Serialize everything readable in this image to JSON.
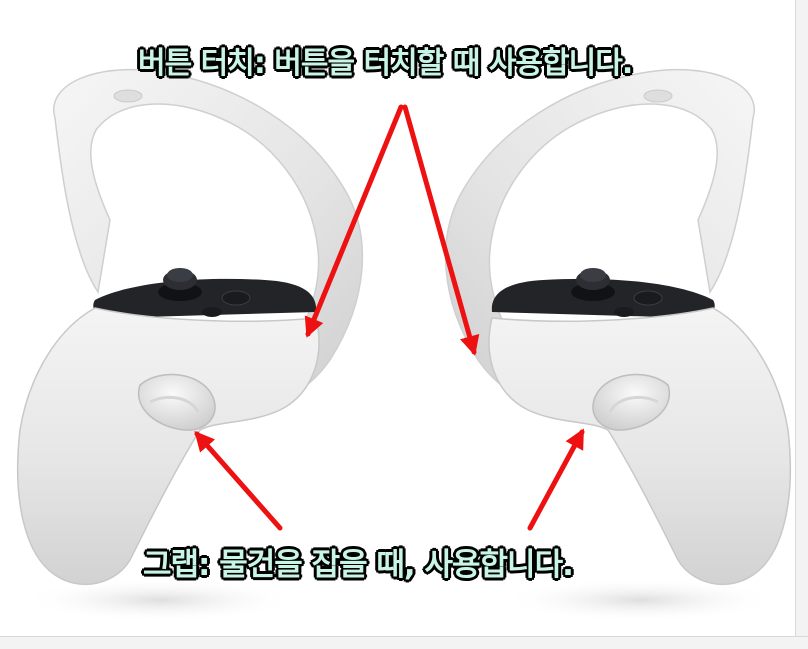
{
  "captions": {
    "top": "버튼 터치: 버튼을 터치할 때 사용합니다.",
    "bottom": "그랩: 물건을 잡을 때, 사용합니다."
  },
  "colors": {
    "controller_body": "#ececec",
    "controller_shadow": "#cfcfcf",
    "panel": "#222428",
    "arrow": "#ee1111",
    "caption_text": "#c9f5e6",
    "caption_outline": "#000000"
  },
  "objects": {
    "left_controller": "left-vr-controller",
    "right_controller": "right-vr-controller"
  }
}
